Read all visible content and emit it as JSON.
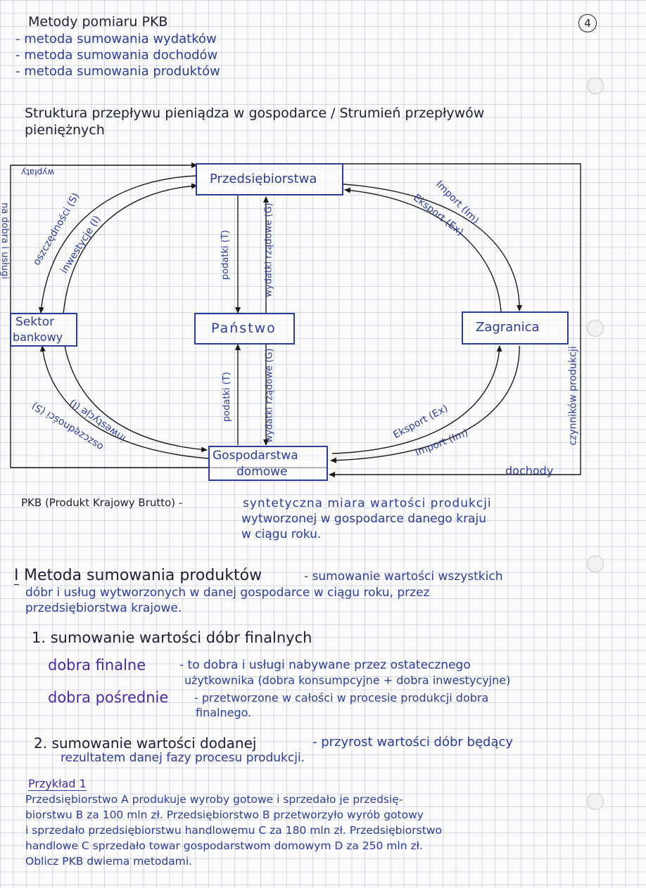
{
  "page_number": "4",
  "methods": {
    "title": "Metody pomiaru PKB",
    "items": [
      "- metoda sumowania wydatków",
      "- metoda sumowania dochodów",
      "- metoda sumowania produktów"
    ]
  },
  "structure_title_line1": "Struktura przepływu pieniądza w gospodarce / Strumień przepływów",
  "structure_title_line2": "pieniężnych",
  "diagram": {
    "nodes": {
      "enterprises": "Przedsiębiorstwa",
      "state": "Państwo",
      "banking_line1": "Sektor",
      "banking_line2": "bankowy",
      "abroad": "Zagranica",
      "households_line1": "Gospodarstwa",
      "households_line2": "domowe"
    },
    "flows": {
      "wages_top": "wypłaty",
      "wages_left": "na dobra i usługi",
      "savings_top": "oszczędności (S)",
      "investment_top": "inwestycje (I)",
      "taxes_top": "podatki (T)",
      "gov_spending_top": "wydatki rządowe (G)",
      "import_top": "Import (Im)",
      "export_top": "Eksport (Ex)",
      "savings_bottom": "oszczędności (S)",
      "investment_bottom": "inwestycje (I)",
      "taxes_bottom": "podatki (T)",
      "gov_spending_bottom": "wydatki rządowe (G)",
      "export_bottom": "Eksport (Ex)",
      "import_bottom": "Import (Im)",
      "factors_right": "czynników produkcji",
      "income": "dochody"
    }
  },
  "pkb_def": {
    "term": "PKB (Produkt Krajowy Brutto) -",
    "line1": "syntetyczna miara wartości produkcji",
    "line2": "wytworzonej w gospodarce danego kraju",
    "line3": "w ciągu roku."
  },
  "method1": {
    "numeral": "I",
    "heading": "Metoda sumowania produktów",
    "dash_text": "- sumowanie wartości wszystkich",
    "line2": "dóbr i usług wytworzonych w danej gospodarce w ciągu roku, przez",
    "line3": "przedsiębiorstwa krajowe."
  },
  "point1": "1. sumowanie wartości dóbr finalnych",
  "final_goods": {
    "term": "dobra finalne",
    "def_line1": "- to dobra i usługi nabywane przez ostatecznego",
    "def_line2": "użytkownika (dobra konsumpcyjne + dobra inwestycyjne)"
  },
  "intermediate_goods": {
    "term": "dobra pośrednie",
    "def_line1": "- przetworzone w całości w procesie produkcji dobra",
    "def_line2": "finalnego."
  },
  "point2": {
    "label": "2. sumowanie wartości dodanej",
    "def_line1": "- przyrost wartości dóbr będący",
    "def_line2": "rezultatem danej fazy procesu produkcji."
  },
  "example": {
    "heading": "Przykład 1",
    "lines": [
      "Przedsiębiorstwo A produkuje wyroby gotowe i sprzedało je przedsię-",
      "biorstwu B za 100 mln zł. Przedsiębiorstwo B przetworzyło wyrób gotowy",
      "i sprzedało przedsiębiorstwu handlowemu C za 180 mln zł. Przedsiębiorstwo",
      "handlowe C sprzedało towar gospodarstwom domowym D za 250 mln zł.",
      "Oblicz PKB dwiema metodami."
    ]
  }
}
